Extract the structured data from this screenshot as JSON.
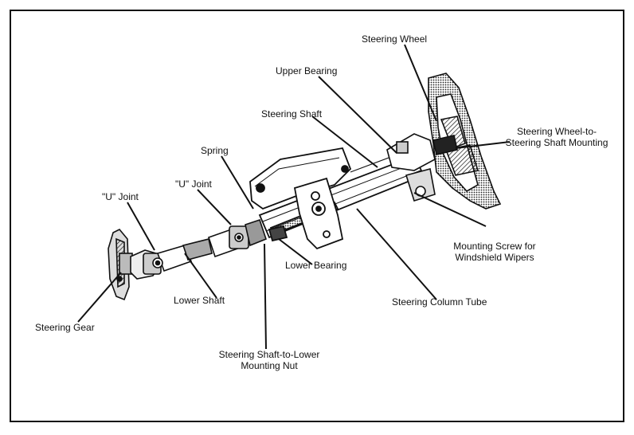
{
  "labels": {
    "steering_wheel": "Steering Wheel",
    "upper_bearing": "Upper Bearing",
    "steering_shaft": "Steering Shaft",
    "wheel_to_shaft_mount_line1": "Steering Wheel-to-",
    "wheel_to_shaft_mount_line2": "Steering Shaft Mounting",
    "spring": "Spring",
    "u_joint_upper": "\"U\" Joint",
    "u_joint_lower": "\"U\" Joint",
    "mounting_screw_line1": "Mounting Screw for",
    "mounting_screw_line2": "Windshield Wipers",
    "lower_bearing": "Lower Bearing",
    "lower_shaft": "Lower Shaft",
    "steering_column_tube": "Steering Column Tube",
    "steering_gear": "Steering Gear",
    "shaft_to_lower_nut_line1": "Steering Shaft-to-Lower",
    "shaft_to_lower_nut_line2": "Mounting Nut"
  },
  "colors": {
    "ink": "#111111",
    "shade": "#555555",
    "paper": "#ffffff"
  }
}
